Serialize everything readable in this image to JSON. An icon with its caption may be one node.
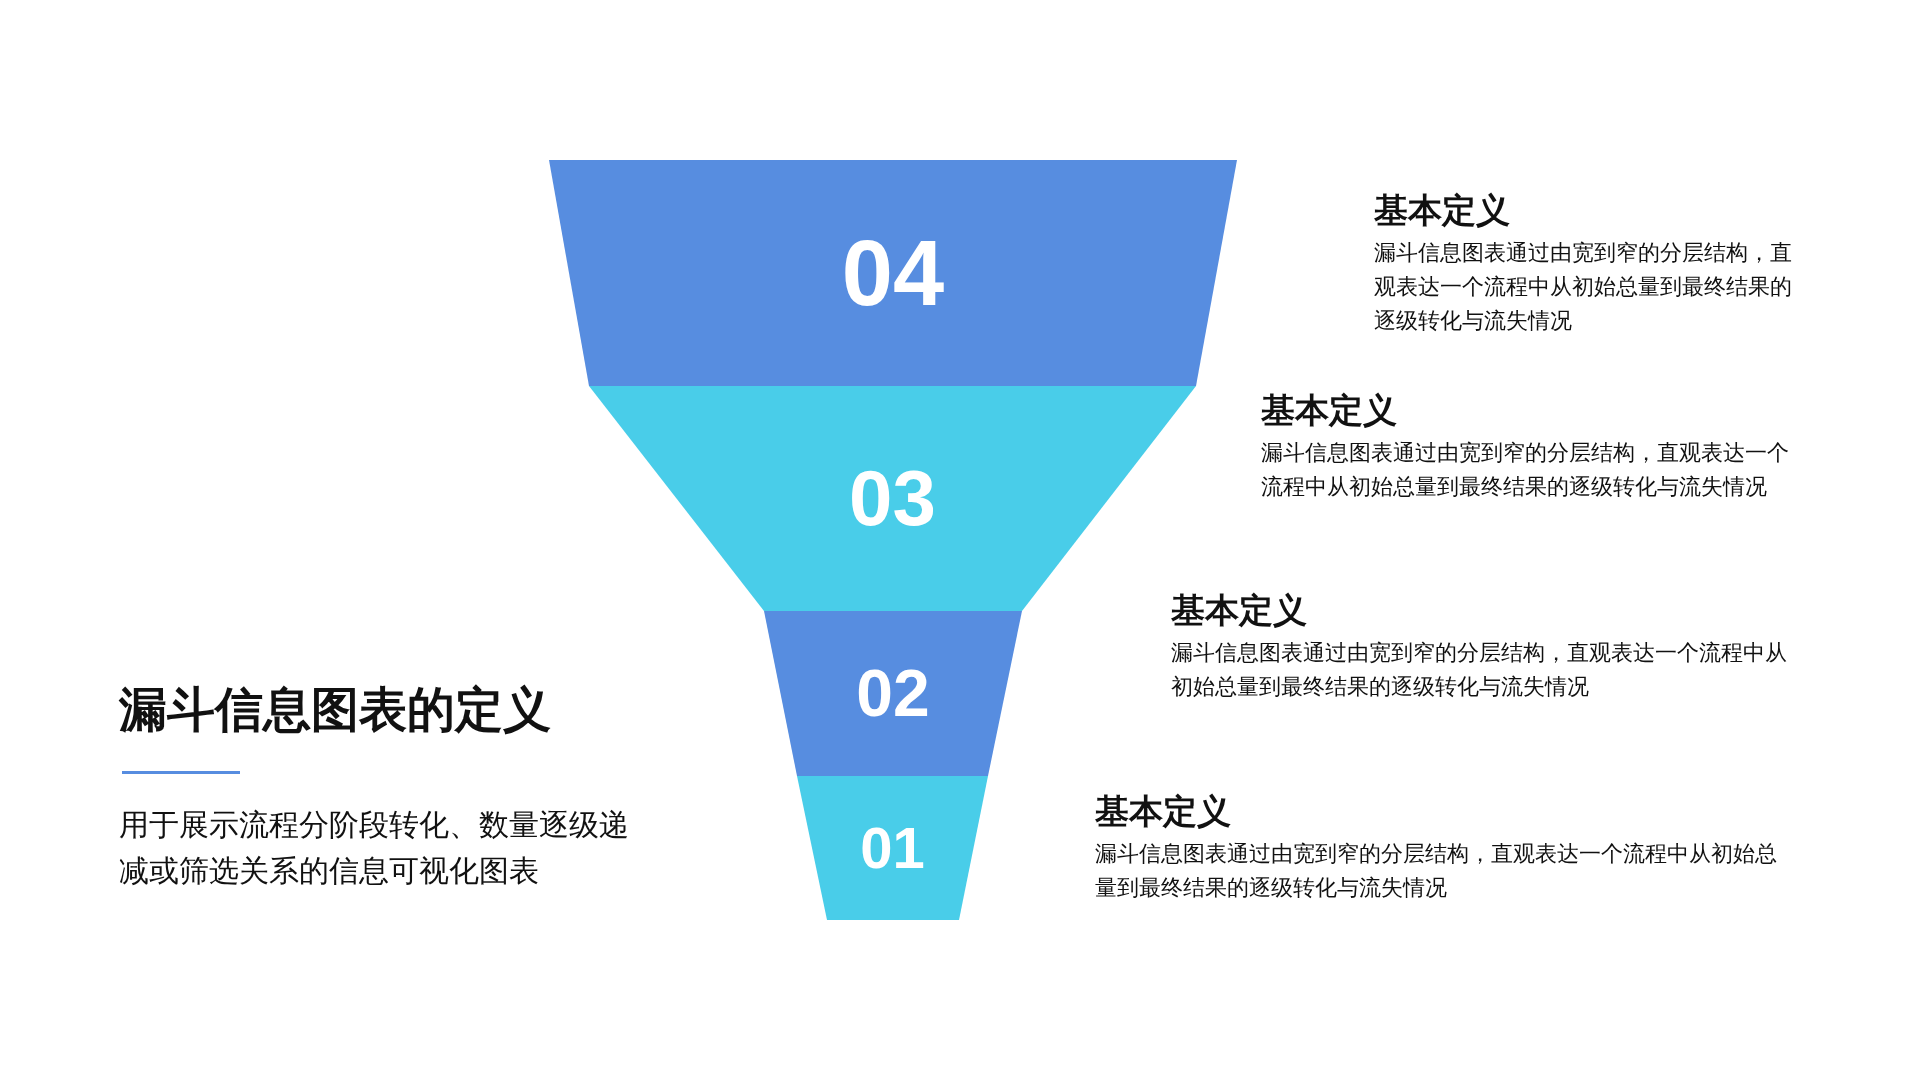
{
  "diagram": {
    "title": "漏斗信息图表的定义",
    "nodes": [
      {
        "text": [
          "04"
        ],
        "beside": [
          "基本定义",
          "漏斗信息图表通过由宽到窄的分层结构，直观表达一个流程中从初始总量到最终结果的逐级转化与流失情况"
        ]
      },
      {
        "text": [
          "03"
        ],
        "beside": [
          "基本定义",
          "漏斗信息图表通过由宽到窄的分层结构，直观表达一个流程中从初始总量到最终结果的逐级转化与流失情况"
        ]
      },
      {
        "text": [
          "02"
        ],
        "beside": [
          "基本定义",
          "漏斗信息图表通过由宽到窄的分层结构，直观表达一个流程中从初始总量到最终结果的逐级转化与流失情况"
        ]
      },
      {
        "text": [
          "01"
        ],
        "beside": [
          "基本定义",
          "漏斗信息图表通过由宽到窄的分层结构，直观表达一个流程中从初始总量到最终结果的逐级转化与流失情况"
        ]
      }
    ],
    "labels": [
      "用于展示流程分阶段转化、数量逐级递减或筛选关系的信息可视化图表"
    ]
  }
}
